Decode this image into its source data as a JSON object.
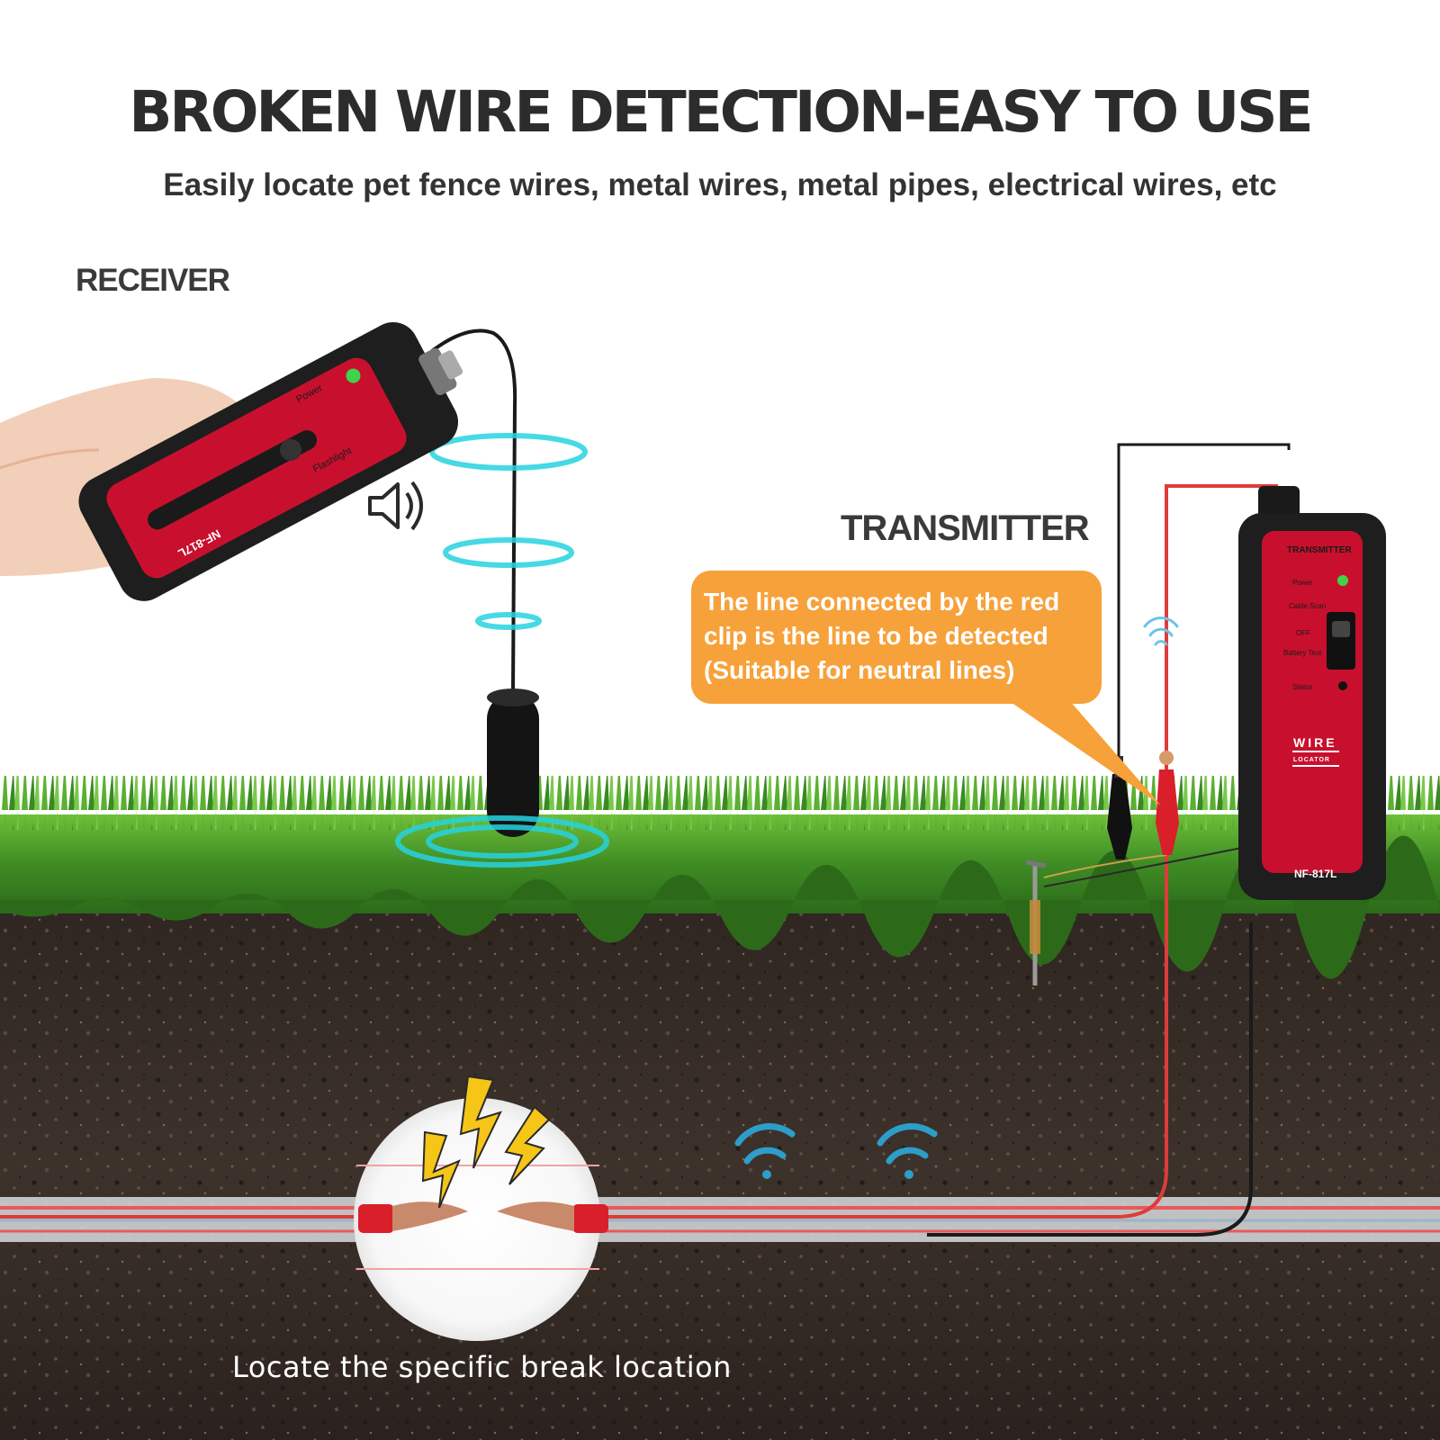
{
  "headline": "BROKEN WIRE DETECTION-EASY TO USE",
  "subheadline": "Easily locate pet fence wires, metal wires, metal pipes, electrical wires, etc",
  "receiver": {
    "label": "RECEIVER",
    "model": "NF-817L",
    "power_label": "Power",
    "flashlight_label": "Flashlight"
  },
  "transmitter": {
    "label": "TRANSMITTER",
    "panel_title": "TRANSMITTER",
    "model": "NF-817L",
    "brand_top": "WIRE",
    "brand_bottom": "LOCATOR",
    "switch_labels": [
      "Power",
      "Cable Scan",
      "OFF",
      "Battery Test",
      "Status"
    ]
  },
  "callout": {
    "lines": [
      "The line connected by the red",
      "clip is the line to be detected",
      "(Suitable for neutral lines)"
    ]
  },
  "break_caption": "Locate the specific break location",
  "colors": {
    "device_red": "#c8102e",
    "device_black": "#1e1e1e",
    "callout_orange": "#f7a13a",
    "signal_cyan": "#26d3e0",
    "grass_green": "#4c9a2a",
    "soil": "#3a2f28",
    "wire_red": "#e03b3b",
    "wire_black": "#1a1a1a"
  },
  "icons": [
    "speaker-icon",
    "signal-wave-icon",
    "lightning-icon"
  ]
}
